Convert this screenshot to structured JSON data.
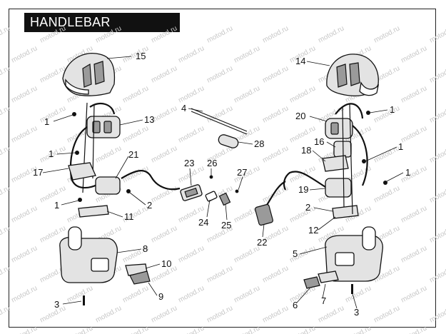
{
  "title": "HANDLEBAR SWITCHES",
  "watermark": "motod.ru",
  "callouts": [
    "1",
    "2",
    "3",
    "4",
    "5",
    "6",
    "7",
    "8",
    "9",
    "10",
    "11",
    "12",
    "13",
    "14",
    "15",
    "16",
    "17",
    "18",
    "19",
    "20",
    "21",
    "22",
    "23",
    "24",
    "25",
    "26",
    "27",
    "28"
  ],
  "colors": {
    "title_bg": "#111111",
    "title_text": "#ffffff",
    "line": "#111111",
    "watermark": "#c7c7c7"
  }
}
